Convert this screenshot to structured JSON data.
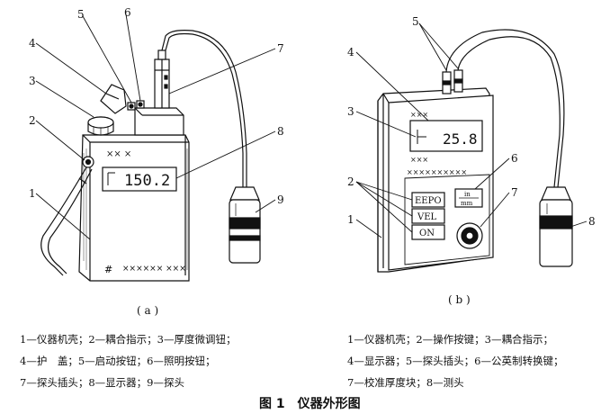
{
  "figure": {
    "title": "图 1　仪器外形图"
  },
  "panel_a": {
    "caption": "( a )",
    "display_value": "150.2",
    "case_marks": "××  ×",
    "bottom_mark": "#",
    "bottom_crosses": "××××××  ×××",
    "callouts": [
      "1",
      "2",
      "3",
      "4",
      "5",
      "6",
      "7",
      "8",
      "9"
    ],
    "legend": [
      "1—仪器机壳；2—耦合指示；3—厚度微调钮；",
      "4—护　盖；5—启动按钮；6—照明按钮；",
      "7—探头插头；8—显示器；9—探头"
    ]
  },
  "panel_b": {
    "caption": "( b )",
    "display_value": "25.8",
    "case_marks_top": "×××",
    "case_marks_bottom": "×××",
    "crosses_row": "××××××××××",
    "buttons": [
      "EEPO",
      "VEL",
      "ON"
    ],
    "key_label_top": "in",
    "key_label_bottom": "mm",
    "callouts": [
      "1",
      "2",
      "3",
      "4",
      "5",
      "6",
      "7",
      "8"
    ],
    "legend": [
      "1—仪器机壳；2—操作按键；3—耦合指示；",
      "4—显示器；5—探头插头；6—公英制转换键；",
      "7—校准厚度块；8—测头"
    ]
  }
}
